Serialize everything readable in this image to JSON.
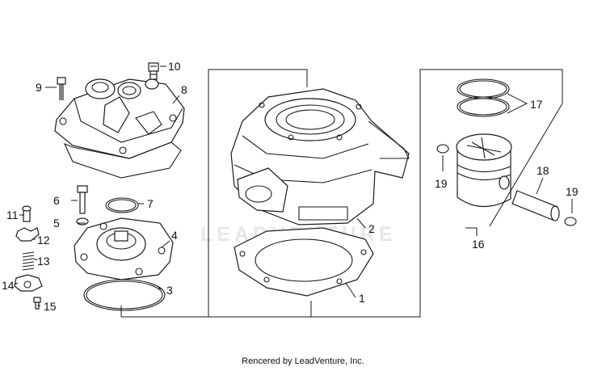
{
  "watermark": "LEADVENTURE",
  "credit": "Rencered by LeadVenture, Inc.",
  "callouts": {
    "c1": "1",
    "c2": "2",
    "c3": "3",
    "c4": "4",
    "c5": "5",
    "c6": "6",
    "c7": "7",
    "c8": "8",
    "c9": "9",
    "c10": "10",
    "c11": "11",
    "c12": "12",
    "c13": "13",
    "c14": "14",
    "c15": "15",
    "c16": "16",
    "c17": "17",
    "c18": "18",
    "c19a": "19",
    "c19b": "19"
  }
}
